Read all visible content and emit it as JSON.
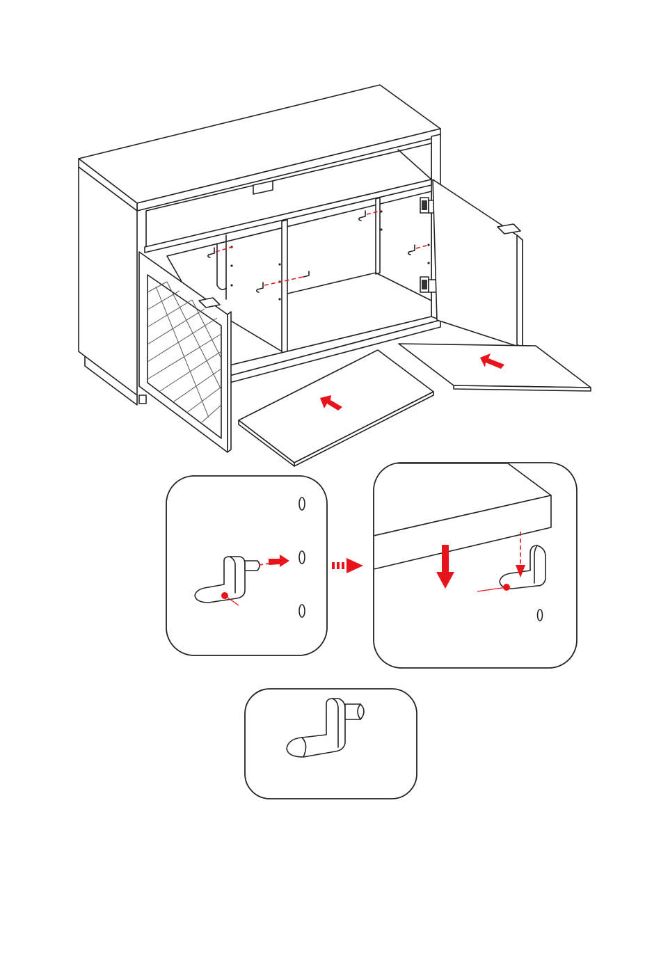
{
  "figure": {
    "kind": "assembly-instruction-illustration",
    "step": "install-shelves-on-shelf-pins",
    "accent_color": "#e8141b",
    "line_color": "#222222",
    "insets": [
      {
        "id": "pin-insertion",
        "icon": "shelf-pin-into-hole"
      },
      {
        "id": "shelf-placement",
        "icon": "shelf-down-onto-pin"
      },
      {
        "id": "pin-detail",
        "icon": "shelf-pin"
      }
    ]
  }
}
